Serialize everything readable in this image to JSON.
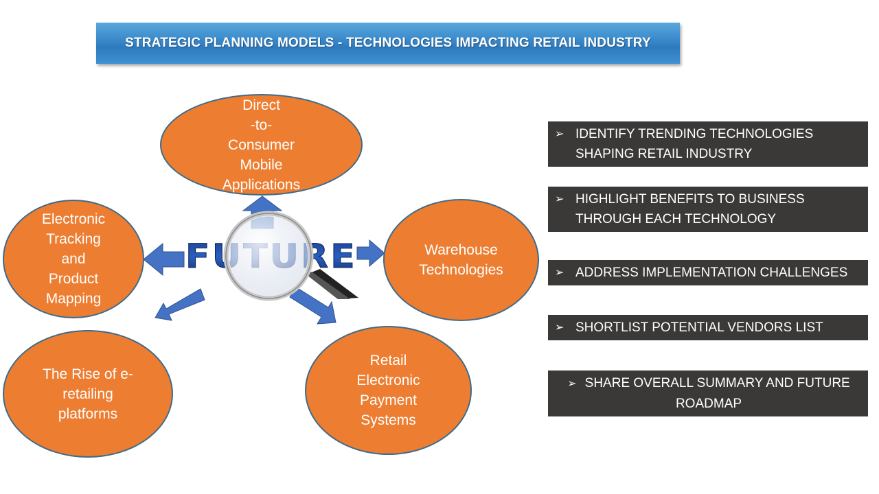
{
  "title": "STRATEGIC PLANNING MODELS - TECHNOLOGIES IMPACTING RETAIL INDUSTRY",
  "center_word": "FUTURE",
  "nodes": {
    "direct": "Direct\n-to-\nConsumer\nMobile\nApplications",
    "tracking": "Electronic\nTracking\nand\nProduct\nMapping",
    "warehouse": "Warehouse\nTechnologies",
    "eretail": "The Rise of e-\nretailing\nplatforms",
    "payment": "Retail\nElectronic\nPayment\nSystems"
  },
  "checklist": [
    {
      "bullet": "➢",
      "text": "IDENTIFY TRENDING TECHNOLOGIES\nSHAPING RETAIL INDUSTRY"
    },
    {
      "bullet": "➢",
      "text": "HIGHLIGHT BENEFITS TO BUSINESS\nTHROUGH EACH TECHNOLOGY"
    },
    {
      "bullet": "➢",
      "text": "ADDRESS IMPLEMENTATION CHALLENGES"
    },
    {
      "bullet": "➢",
      "text": "SHORTLIST POTENTIAL VENDORS LIST"
    },
    {
      "bullet": "➢",
      "text": "SHARE OVERALL SUMMARY AND FUTURE\nROADMAP"
    }
  ],
  "colors": {
    "banner": "#2e79bd",
    "node_fill": "#ed7d31",
    "node_border": "#3e6b8a",
    "arrow": "#4472c4",
    "list_bg": "#3b3838"
  },
  "icons": [
    "magnifying-glass-icon",
    "arrow-icon",
    "arrowhead-bullet-icon"
  ]
}
